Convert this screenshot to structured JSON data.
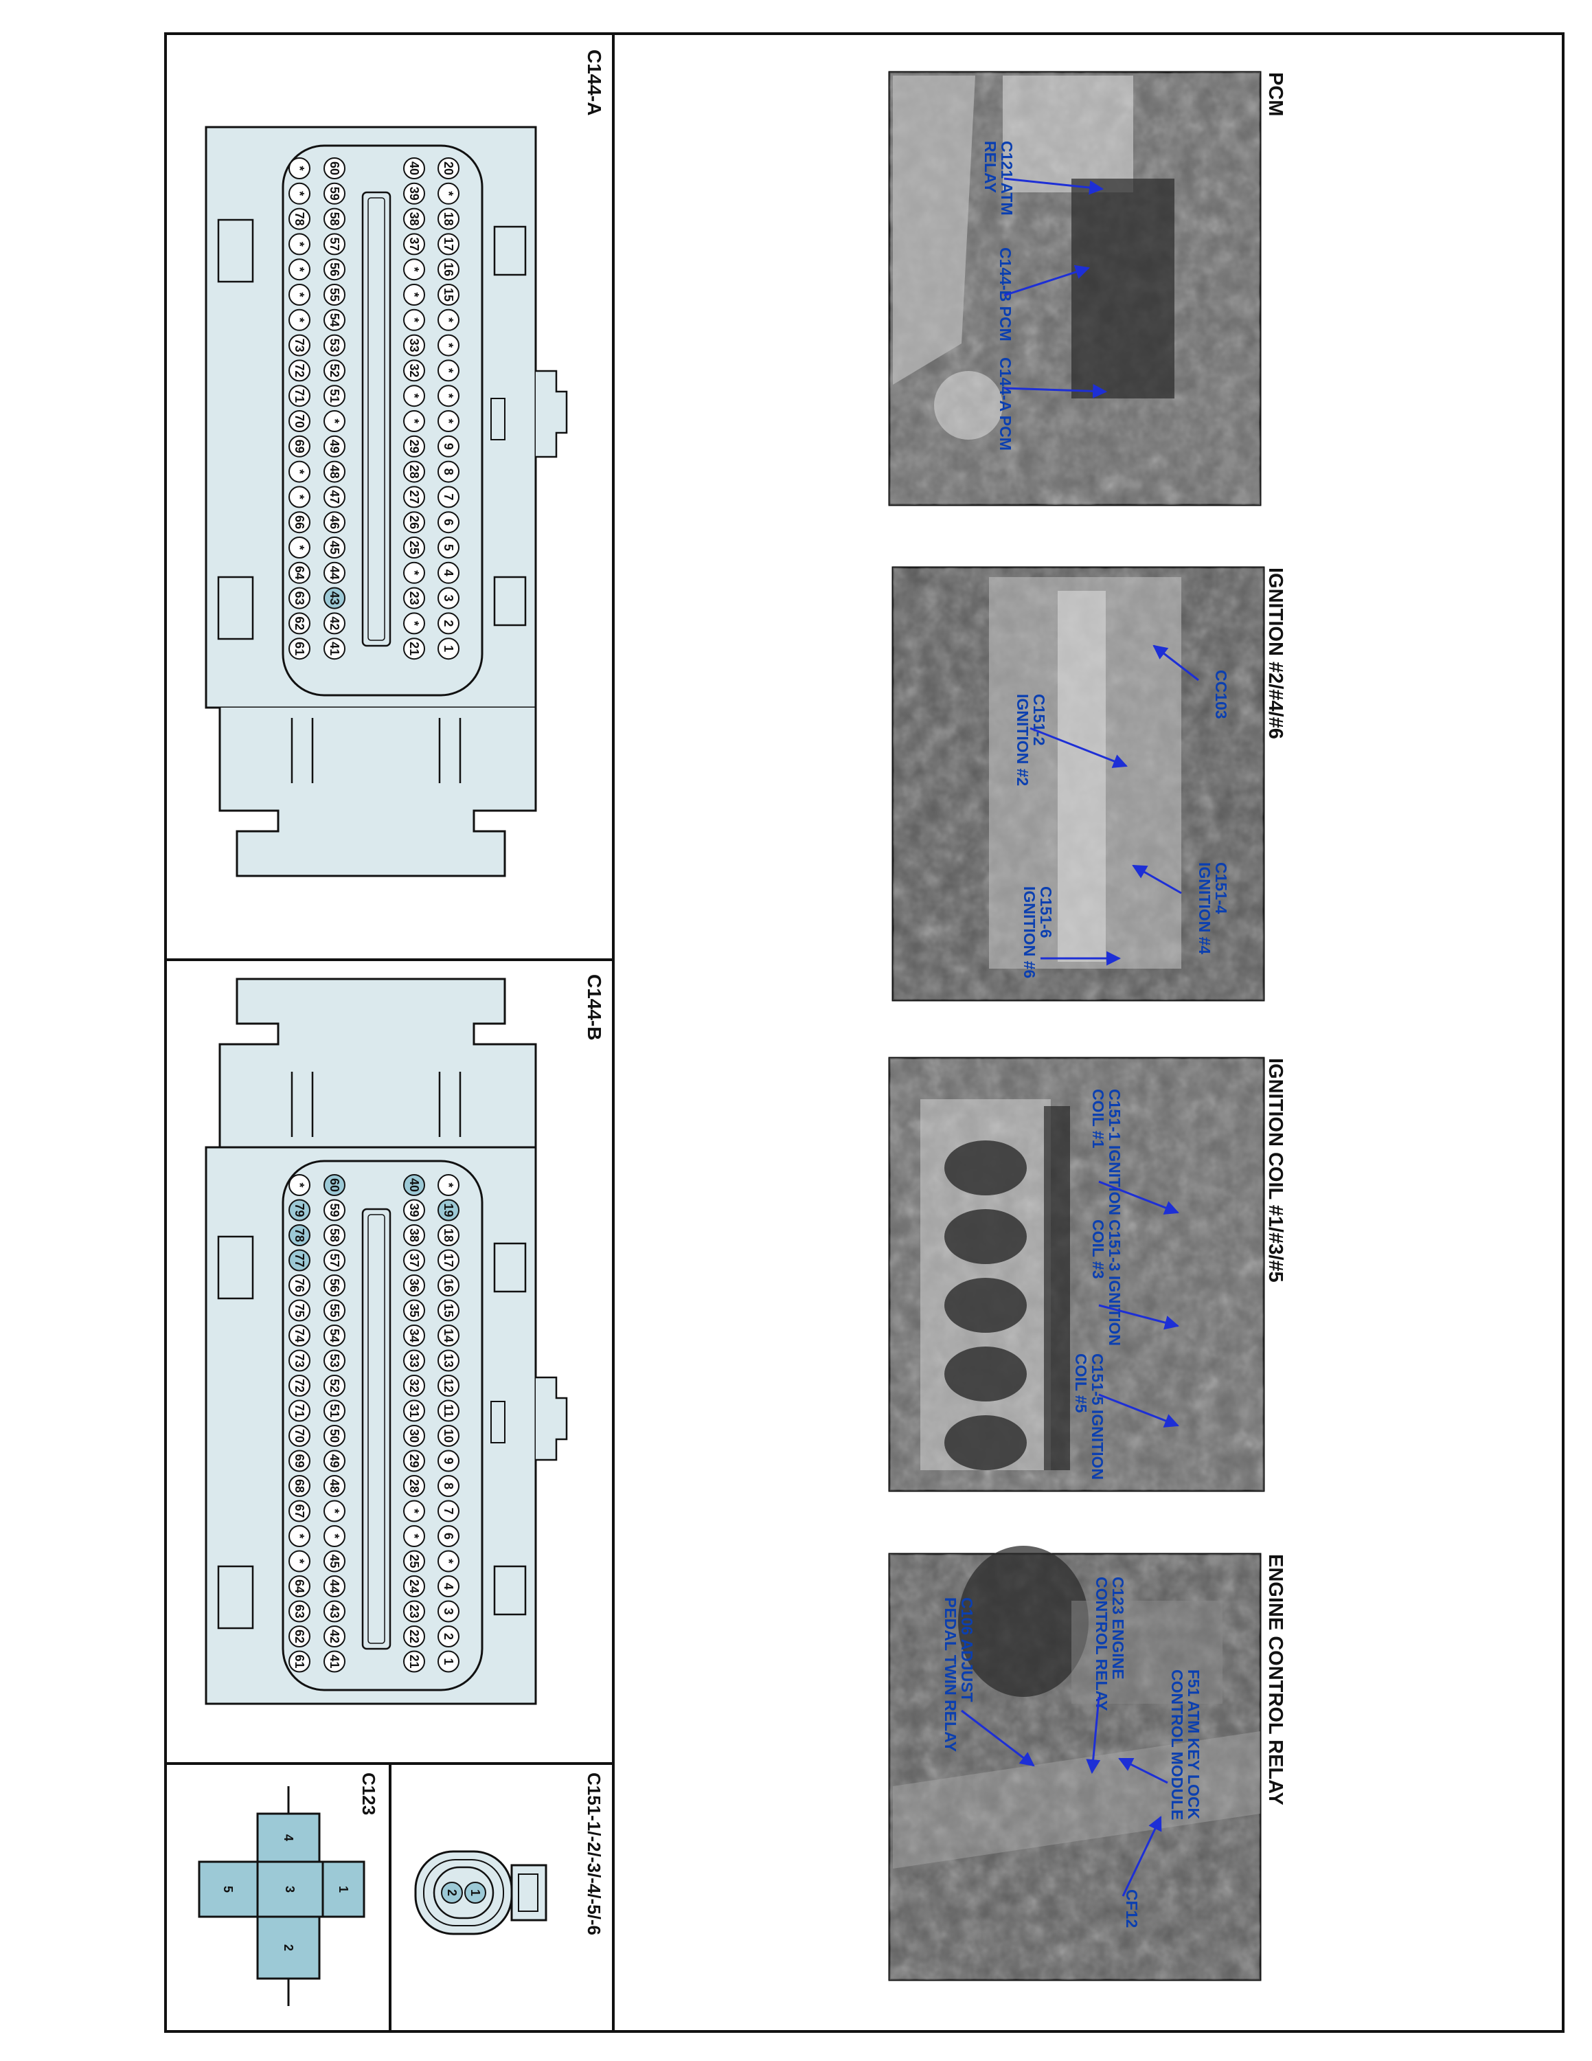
{
  "colors": {
    "connector_fill": "#dbe9ed",
    "pin_highlight": "#9cc9d6",
    "line": "#111111",
    "callout_text": "#0b3fb0",
    "arrow": "#1d2fd6",
    "photo_dark": "#1a1a1a",
    "photo_mid": "#6a6a6a",
    "photo_light": "#c8c8c8"
  },
  "connectors": {
    "c144a": {
      "title": "C144-A",
      "top_row": [
        "20",
        "*",
        "18",
        "17",
        "16",
        "15",
        "*",
        "*",
        "*",
        "*",
        "*",
        "9",
        "8",
        "7",
        "6",
        "5",
        "4",
        "3",
        "2",
        "1"
      ],
      "row2": [
        "40",
        "39",
        "38",
        "37",
        "*",
        "*",
        "*",
        "33",
        "32",
        "*",
        "*",
        "29",
        "28",
        "27",
        "26",
        "25",
        "*",
        "23",
        "*",
        "21"
      ],
      "row3": [
        "60",
        "59",
        "58",
        "57",
        "56",
        "55",
        "54",
        "53",
        "52",
        "51",
        "*",
        "49",
        "48",
        "47",
        "46",
        "45",
        "44",
        "43",
        "42",
        "41"
      ],
      "bottom_row": [
        "*",
        "*",
        "78",
        "*",
        "*",
        "*",
        "*",
        "73",
        "72",
        "71",
        "70",
        "69",
        "*",
        "*",
        "66",
        "*",
        "64",
        "63",
        "62",
        "61"
      ],
      "highlighted": [
        "43"
      ]
    },
    "c144b": {
      "title": "C144-B",
      "top_row": [
        "*",
        "19",
        "18",
        "17",
        "16",
        "15",
        "14",
        "13",
        "12",
        "11",
        "10",
        "9",
        "8",
        "7",
        "6",
        "*",
        "4",
        "3",
        "2",
        "1"
      ],
      "row2": [
        "40",
        "39",
        "38",
        "37",
        "36",
        "35",
        "34",
        "33",
        "32",
        "31",
        "30",
        "29",
        "28",
        "*",
        "*",
        "25",
        "24",
        "23",
        "22",
        "21"
      ],
      "row3": [
        "60",
        "59",
        "58",
        "57",
        "56",
        "55",
        "54",
        "53",
        "52",
        "51",
        "50",
        "49",
        "48",
        "*",
        "*",
        "45",
        "44",
        "43",
        "42",
        "41"
      ],
      "bottom_row": [
        "*",
        "79",
        "78",
        "77",
        "76",
        "75",
        "74",
        "73",
        "72",
        "71",
        "70",
        "69",
        "68",
        "67",
        "*",
        "*",
        "64",
        "63",
        "62",
        "61"
      ],
      "highlighted": [
        "19",
        "40",
        "60",
        "79",
        "78",
        "77"
      ]
    },
    "c151": {
      "title": "C151-1/-2/-3/-4/-5/-6",
      "pins": [
        "1",
        "2"
      ]
    },
    "c123": {
      "title": "C123",
      "pins": [
        "1",
        "2",
        "3",
        "4",
        "5"
      ]
    }
  },
  "photos": [
    {
      "title": "PCM",
      "callouts": [
        [
          "C121 ATM",
          "RELAY"
        ],
        [
          "C144-B PCM"
        ],
        [
          "C144-A PCM"
        ]
      ]
    },
    {
      "title": "IGNITION #2/#4/#6",
      "callouts": [
        [
          "CC103"
        ],
        [
          "C151-2",
          "IGNITION #2"
        ],
        [
          "C151-4",
          "IGNITION #4"
        ],
        [
          "C151-6",
          "IGNITION #6"
        ]
      ]
    },
    {
      "title": "IGNITION COIL #1/#3/#5",
      "callouts": [
        [
          "C151-1 IGNITION",
          "COIL #1"
        ],
        [
          "C151-3 IGNITION",
          "COIL #3"
        ],
        [
          "C151-5 IGNITION",
          "COIL #5"
        ]
      ]
    },
    {
      "title": "ENGINE CONTROL RELAY",
      "callouts": [
        [
          "F51 ATM KEY LOCK",
          "CONTROL MODULE"
        ],
        [
          "C123 ENGINE",
          "CONTROL RELAY"
        ],
        [
          "C106 ADJUST",
          "PEDAL TWIN RELAY"
        ],
        [
          "CF12"
        ]
      ]
    }
  ]
}
